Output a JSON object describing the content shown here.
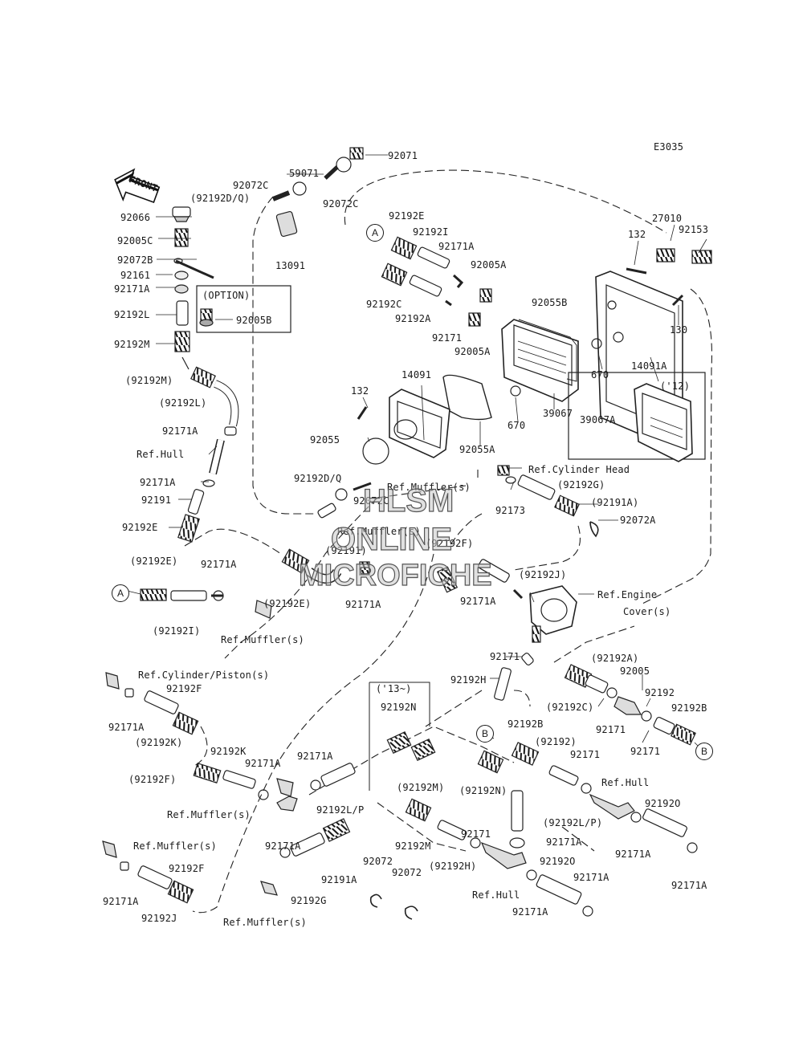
{
  "diagram_code": "E3035",
  "front_arrow": "FRONT",
  "option_box": "(OPTION)",
  "year_12": "('12)",
  "year_13": "('13~)",
  "callouts": {
    "a": "A",
    "b": "B"
  },
  "watermark": {
    "line1": "HLSM",
    "line2": "ONLINE",
    "line3": "MICROFICHE"
  },
  "labels": {
    "p92071": "92071",
    "p59071": "59071",
    "p92072c_a": "92072C",
    "p92072c_b": "92072C",
    "p92192dq": "(92192D/Q)",
    "p92066": "92066",
    "p92005c": "92005C",
    "p92072b": "92072B",
    "p92161": "92161",
    "p92171a_1": "92171A",
    "p92192l": "92192L",
    "p92192m": "92192M",
    "p92005b": "92005B",
    "p13091": "13091",
    "p92192e_top": "92192E",
    "p92192i": "92192I",
    "p92171a_2": "92171A",
    "p92005a_1": "92005A",
    "p92192c": "92192C",
    "p92192a": "92192A",
    "p92171_1": "92171",
    "p92005a_2": "92005A",
    "p92055b": "92055B",
    "p132_a": "132",
    "p27010": "27010",
    "p92153": "92153",
    "p130": "130",
    "p14091a": "14091A",
    "p670_a": "670",
    "p670_b": "670",
    "p39067": "39067",
    "p39067a": "39067A",
    "p14091": "14091",
    "p132_b": "132",
    "p92055": "92055",
    "p92055a": "92055A",
    "p92192m_paren": "(92192M)",
    "p92192l_paren": "(92192L)",
    "p92171a_3": "92171A",
    "ref_hull_1": "Ref.Hull",
    "p92171a_4": "92171A",
    "p92191": "92191",
    "p92192e_1": "92192E",
    "p92192dq_2": "92192D/Q",
    "ref_muffler_1": "Ref.Muffler(s)",
    "p92072c_c": "92072C",
    "ref_muffler_2": "Ref.Muffler(s)",
    "p92191_paren": "(92191)",
    "p92192f_paren_1": "(92192F)",
    "ref_cyl_head": "Ref.Cylinder Head",
    "p92192g_paren": "(92192G)",
    "p92173": "92173",
    "p92191a_paren": "(92191A)",
    "p92072a": "92072A",
    "p92192e_paren_a": "(92192E)",
    "p92171a_5": "92171A",
    "p92192i_paren": "(92192I)",
    "ref_muffler_3": "Ref.Muffler(s)",
    "p92192e_paren_b": "(92192E)",
    "p92171a_6": "92171A",
    "p92192j_paren": "(92192J)",
    "p92171a_7": "92171A",
    "ref_engine_cover_1": "Ref.Engine",
    "ref_engine_cover_2": "Cover(s)",
    "p92171_2": "92171",
    "p92192h": "92192H",
    "p92192a_paren": "(92192A)",
    "p92005": "92005",
    "p92192_1": "92192",
    "p92192b_1": "92192B",
    "p92192c_paren": "(92192C)",
    "p92171_3": "92171",
    "p92171_4": "92171",
    "ref_cyl_piston": "Ref.Cylinder/Piston(s)",
    "p92192f_1": "92192F",
    "p92171a_8": "92171A",
    "p92192k_paren": "(92192K)",
    "p92192k": "92192K",
    "p92171a_9": "92171A",
    "p92192f_paren_2": "(92192F)",
    "ref_muffler_4": "Ref.Muffler(s)",
    "p92192n": "92192N",
    "p92171a_10": "92171A",
    "p92192lp": "92192L/P",
    "p92192m_paren_2": "(92192M)",
    "p92192b_2": "92192B",
    "p92192_paren": "(92192)",
    "p92192n_paren": "(92192N)",
    "p92171_5": "92171",
    "ref_hull_2": "Ref.Hull",
    "p92192o_1": "92192O",
    "p92192lp_paren": "(92192L/P)",
    "p92171a_11": "92171A",
    "p92171a_12": "92171A",
    "p92171a_13": "92171A",
    "p92192m_2": "92192M",
    "p92171_6": "92171",
    "p92192h_paren": "(92192H)",
    "ref_hull_3": "Ref.Hull",
    "p92192o_2": "92192O",
    "p92171a_14": "92171A",
    "p92171a_15": "92171A",
    "ref_muffler_5": "Ref.Muffler(s)",
    "p92192f_2": "92192F",
    "p92171a_16": "92171A",
    "p92192j": "92192J",
    "p92171a_17": "92171A",
    "p92192g": "92192G",
    "p92191a": "92191A",
    "p92072_1": "92072",
    "p92072_2": "92072",
    "ref_muffler_6": "Ref.Muffler(s)"
  }
}
